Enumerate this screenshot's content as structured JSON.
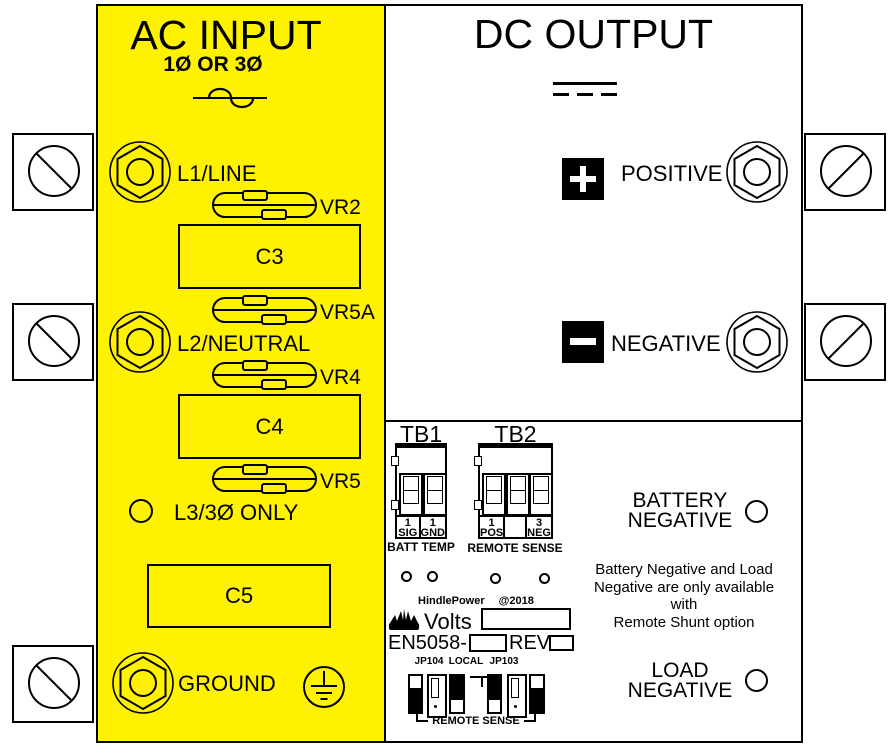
{
  "colors": {
    "ac_panel_yellow": "#FFF200"
  },
  "ac_input": {
    "title": "AC INPUT",
    "phase": "1Ø OR 3Ø",
    "l1_label": "L1/LINE",
    "l2_label": "L2/NEUTRAL",
    "l3_label": "L3/3Ø ONLY",
    "ground_label": "GROUND",
    "vr2": "VR2",
    "c3": "C3",
    "vr5a": "VR5A",
    "vr4": "VR4",
    "c4": "C4",
    "vr5": "VR5",
    "c5": "C5"
  },
  "dc_output": {
    "title": "DC OUTPUT",
    "positive_label": "POSITIVE",
    "negative_label": "NEGATIVE"
  },
  "terminal_blocks": {
    "tb1": {
      "label": "TB1",
      "pins": [
        {
          "num": "1",
          "name": "SIG"
        },
        {
          "num": "1",
          "name": "GND"
        }
      ],
      "caption": "BATT TEMP"
    },
    "tb2": {
      "label": "TB2",
      "pins": [
        {
          "num": "1",
          "name": "POS"
        },
        {
          "num": "",
          "name": ""
        },
        {
          "num": "3",
          "name": "NEG"
        }
      ],
      "caption": "REMOTE SENSE"
    }
  },
  "shunt_options": {
    "battery_negative": "BATTERY\nNEGATIVE",
    "load_negative": "LOAD\nNEGATIVE",
    "note": "Battery Negative and Load\nNegative are only available with\nRemote Shunt option"
  },
  "footer": {
    "brand": "HindlePower",
    "year": "@2018",
    "volts_label": "Volts",
    "model": "EN5058-",
    "rev": "REV"
  },
  "jumpers": {
    "jp104": "JP104",
    "local": "LOCAL",
    "jp103": "JP103",
    "caption": "REMOTE SENSE"
  }
}
